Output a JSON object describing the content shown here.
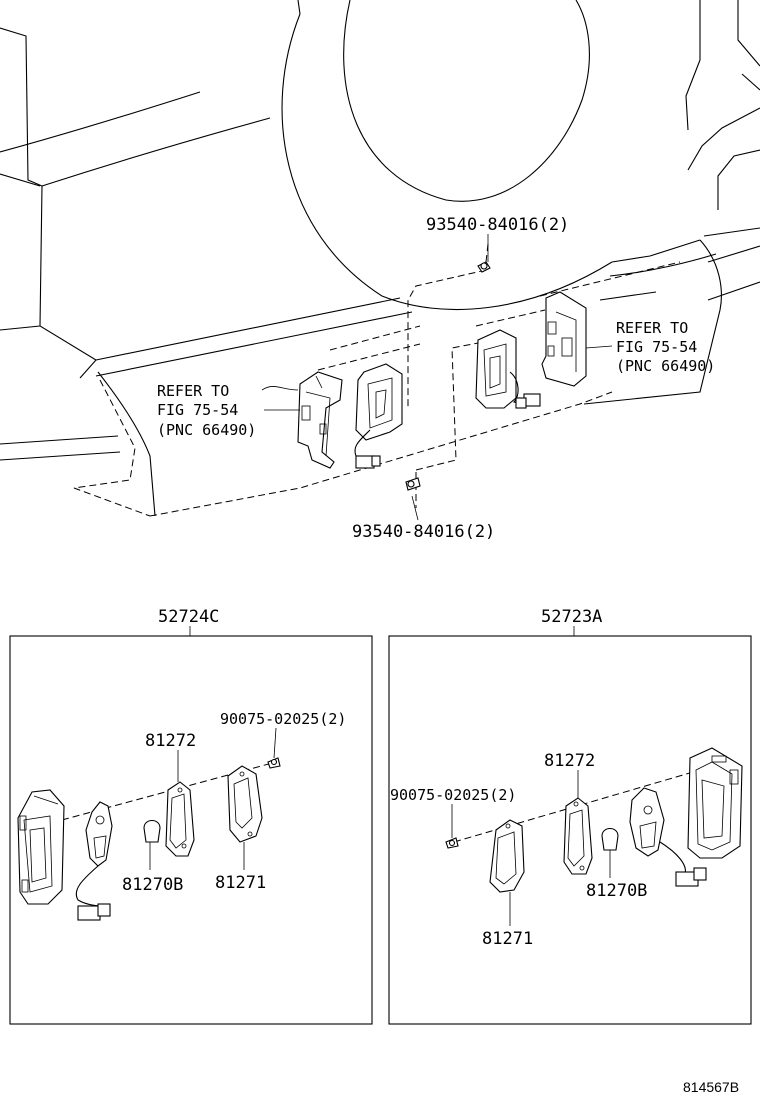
{
  "callouts": {
    "bolt_top": "93540-84016(2)",
    "bolt_bottom": "93540-84016(2)",
    "ref_left": [
      "REFER TO",
      "FIG 75-54",
      "(PNC 66490)"
    ],
    "ref_right": [
      "REFER TO",
      "FIG 75-54",
      "(PNC 66490)"
    ]
  },
  "left_box": {
    "title": "52724C",
    "screw": "90075-02025(2)",
    "lens": "81272",
    "bulb": "81270B",
    "gasket": "81271"
  },
  "right_box": {
    "title": "52723A",
    "screw": "90075-02025(2)",
    "lens": "81272",
    "bulb": "81270B",
    "gasket": "81271"
  },
  "figure_code": "814567B"
}
